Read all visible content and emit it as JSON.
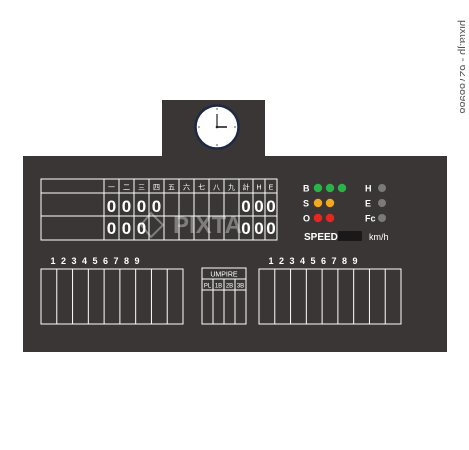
{
  "scoreboard": {
    "inning_header": [
      "一",
      "二",
      "三",
      "四",
      "五",
      "六",
      "七",
      "八",
      "九",
      "計",
      "H",
      "E"
    ],
    "team_rows": [
      {
        "scores": [
          "0",
          "0",
          "0",
          "0"
        ],
        "totals": [
          "0",
          "0",
          "0"
        ]
      },
      {
        "scores": [
          "0",
          "0",
          "0"
        ],
        "totals": [
          "0",
          "0",
          "0"
        ]
      }
    ],
    "count": [
      {
        "label": "B",
        "lights": [
          "#2bb34a",
          "#2bb34a",
          "#2bb34a"
        ],
        "result_label": "H"
      },
      {
        "label": "S",
        "lights": [
          "#f4a81d",
          "#f4a81d"
        ],
        "result_label": "E"
      },
      {
        "label": "O",
        "lights": [
          "#e8251f",
          "#e8251f"
        ],
        "result_label": "Fc"
      }
    ],
    "speed_label": "SPEED",
    "speed_unit": "km/h",
    "lineup_numbers": [
      "1",
      "2",
      "3",
      "4",
      "5",
      "6",
      "7",
      "8",
      "9"
    ],
    "umpire_title": "UMPIRE",
    "umpire_positions": [
      "PL",
      "1B",
      "2B",
      "3B"
    ]
  },
  "colors": {
    "board": "#3a3636",
    "result_light": "#7a7a7a"
  },
  "watermark": "PIXTA",
  "credit": "pixta.jp - 62788988"
}
